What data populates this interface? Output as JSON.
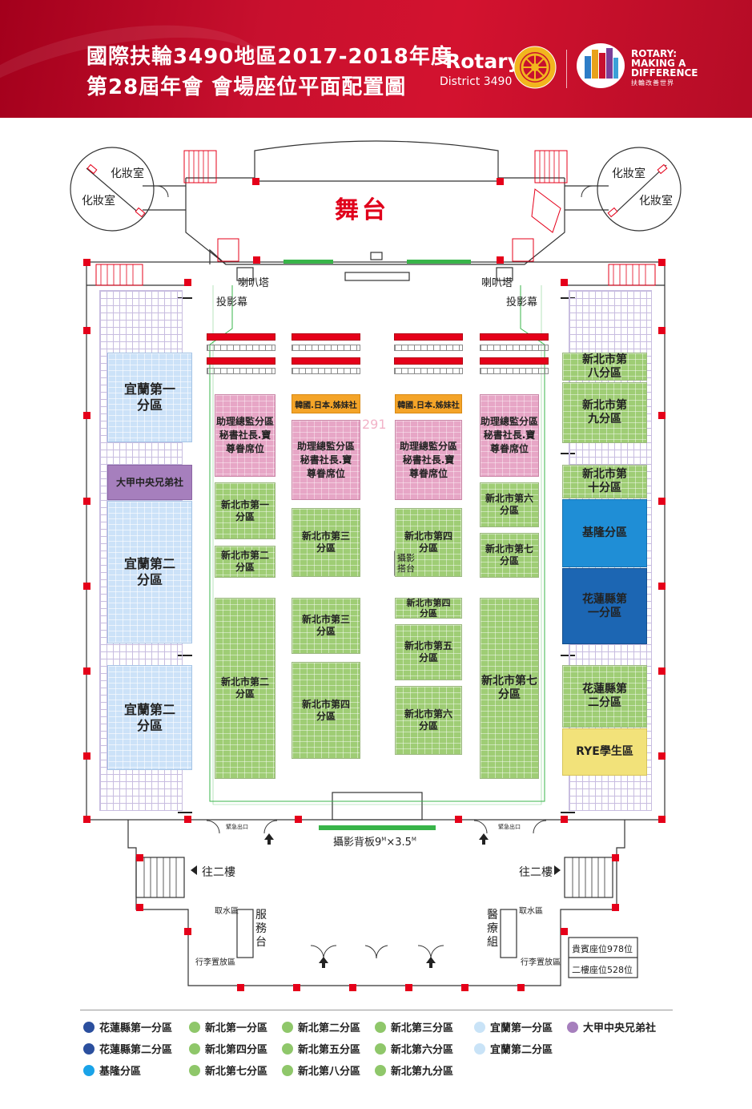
{
  "header": {
    "title_line1": "國際扶輪3490地區2017-2018年度",
    "title_line2": "第28屆年會 會場座位平面配置圖",
    "rotary_word": "Rotary",
    "rotary_district": "District 3490",
    "making_line1": "ROTARY:",
    "making_line2": "MAKING A",
    "making_line3": "DIFFERENCE",
    "making_line4": "扶輪改善世界"
  },
  "plan": {
    "stage": "舞台",
    "makeup_room": "化妝室",
    "speaker_tower": "喇叭塔",
    "projection_screen": "投影幕",
    "korea_japan": "韓國.日本.姊妹社",
    "photo_platform": "攝影搭台",
    "photo_backdrop": "攝影背板9",
    "photo_backdrop_m1": "M",
    "photo_backdrop_x": "×3.5",
    "photo_backdrop_m2": "M",
    "to_second_floor": "往二樓",
    "water": "取水區",
    "service_desk": "服務台",
    "medical": "醫療組",
    "luggage": "行李置放區",
    "vip_seats": "貴賓座位978位",
    "second_floor_seats": "二樓座位528位",
    "door_note": "緊急出口",
    "overlay_number": "291"
  },
  "zones": {
    "yilan1": "宜蘭第一分區",
    "dajia": "大甲中央兄弟社",
    "yilan2a": "宜蘭第二分區",
    "yilan2b": "宜蘭第二分區",
    "assist_a": "助理總監分區秘書社長.寶尊眷席位",
    "assist_b": "助理總監分區秘書社長.寶尊眷席位",
    "assist_c": "助理總監分區秘書社長.寶尊眷席位",
    "assist_d": "助理總監分區秘書社長.寶尊眷席位",
    "nt1": "新北市第一分區",
    "nt2a": "新北市第二分區",
    "nt2b": "新北市第二分區",
    "nt3a": "新北市第三分區",
    "nt3b": "新北市第三分區",
    "nt4a": "新北市第四分區",
    "nt4b": "新北市第四分區",
    "nt4c": "新北市第四分區",
    "nt5": "新北市第五分區",
    "nt6a": "新北市第六分區",
    "nt6b": "新北市第六分區",
    "nt7a": "新北市第七分區",
    "nt7b": "新北市第七分區",
    "nt8": "新北市第八分區",
    "nt9": "新北市第九分區",
    "nt10": "新北市第十分區",
    "keelung": "基隆分區",
    "hualien1": "花蓮縣第一分區",
    "hualien2": "花蓮縣第二分區",
    "rye": "RYE學生區"
  },
  "legend": [
    {
      "label": "花蓮縣第一分區",
      "color": "#2b4f9e"
    },
    {
      "label": "新北第一分區",
      "color": "#8fc76a"
    },
    {
      "label": "新北第二分區",
      "color": "#8fc76a"
    },
    {
      "label": "新北第三分區",
      "color": "#8fc76a"
    },
    {
      "label": "宜蘭第一分區",
      "color": "#c9e3f7"
    },
    {
      "label": "大甲中央兄弟社",
      "color": "#a67fbd"
    },
    {
      "label": "花蓮縣第二分區",
      "color": "#2b4f9e"
    },
    {
      "label": "新北第四分區",
      "color": "#8fc76a"
    },
    {
      "label": "新北第五分區",
      "color": "#8fc76a"
    },
    {
      "label": "新北第六分區",
      "color": "#8fc76a"
    },
    {
      "label": "宜蘭第二分區",
      "color": "#c9e3f7"
    },
    {
      "label": "基隆分區",
      "color": "#1aa3e8"
    },
    {
      "label": "新北第七分區",
      "color": "#8fc76a"
    },
    {
      "label": "新北第八分區",
      "color": "#8fc76a"
    },
    {
      "label": "新北第九分區",
      "color": "#8fc76a"
    }
  ]
}
